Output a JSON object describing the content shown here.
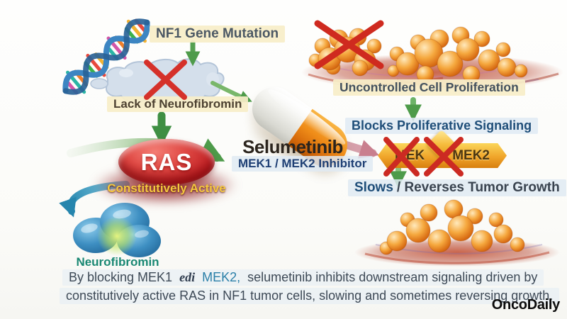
{
  "diagram": {
    "nf1_label": "NF1 Gene Mutation",
    "lack_label": "Lack of Neurofibromin",
    "ras_label": "RAS",
    "ras_sub": "Constitutively Active",
    "neurofibromin_label": "Neurofibromin",
    "drug_name": "Selumetinib",
    "drug_sub": "MEK1 / MEK2 Inhibitor",
    "uncontrolled_label": "Uncontrolled Cell Proliferation",
    "blocks_label": "Blocks Proliferative Signaling",
    "mek_left": "MEK",
    "mek_right": "MEK2",
    "slows_part1": "Slows",
    "slows_part2": "/ Reverses Tumor Growth"
  },
  "caption": {
    "part1": "By blocking MEK1",
    "part2_italic": "edi",
    "part3_teal": "MEK2,",
    "part4": "selumetinib inhibits downstream signaling driven by",
    "line2": "constitutively active RAS in NF1 tumor cells, slowing and sometimes reversing growth."
  },
  "brand": {
    "logo": "OncoDaily"
  },
  "colors": {
    "arrow_green": "#4e9b4a",
    "arrow_teal": "#2b8fb5",
    "arrow_pink": "#d6a0ab",
    "cross_red": "#cf2a1f",
    "capsule_orange": "#ec8313",
    "ras_red": "#c02024",
    "banner_gold": "#f0a52a",
    "highlight_cream": "#f7eec8",
    "highlight_blue": "#dfeaf3"
  }
}
